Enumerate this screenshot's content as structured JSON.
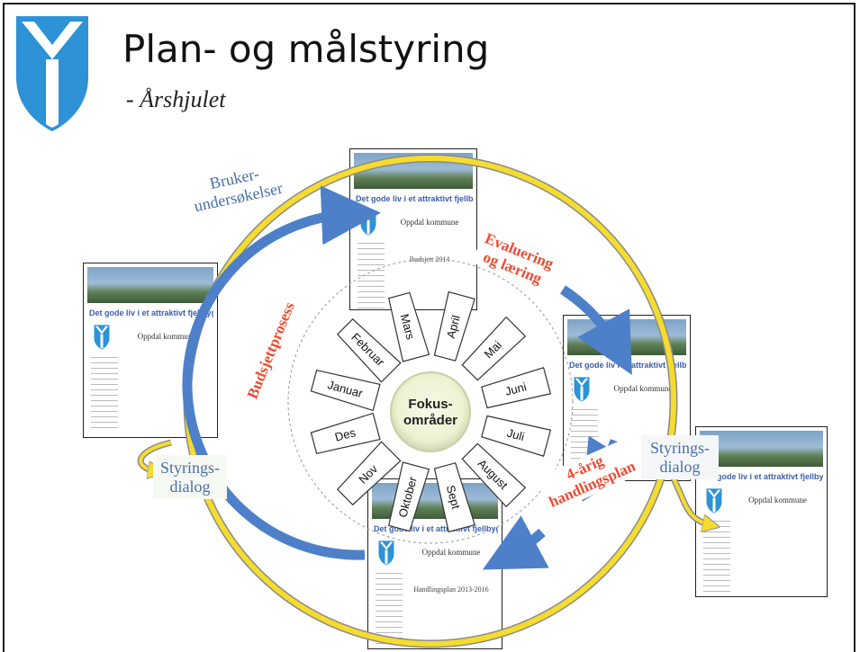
{
  "header": {
    "title": "Plan- og målstyring",
    "subtitle": "- Årshjulet"
  },
  "wheel": {
    "center": [
      "Fokus-",
      "områder"
    ],
    "months": [
      "Januar",
      "Februar",
      "Mars",
      "April",
      "Mai",
      "Juni",
      "Juli",
      "August",
      "Sept",
      "Oktober",
      "Nov",
      "Des"
    ]
  },
  "labels": {
    "bruker": [
      "Bruker-",
      "undersøkelser"
    ],
    "evaluering": [
      "Evaluering",
      "og læring"
    ],
    "budsjett": "Budsjettprosess",
    "handlingsplan": [
      "4-årig",
      "handlingsplan"
    ],
    "styring_left": [
      "Styrings-",
      "dialog"
    ],
    "styring_right": [
      "Styrings-",
      "dialog"
    ]
  },
  "documents": {
    "slogan": "Det gode liv i et attraktivt fjellbygd",
    "org": "Oppdal kommune",
    "top_sub": "Budsjett 2014",
    "bottom_sub": "Handlingsplan 2013-2016"
  },
  "colors": {
    "blue": "#4d80c8",
    "yellow": "#f5dc2e",
    "label_blue": "#4a6fa8",
    "label_red": "#ef4a30"
  }
}
